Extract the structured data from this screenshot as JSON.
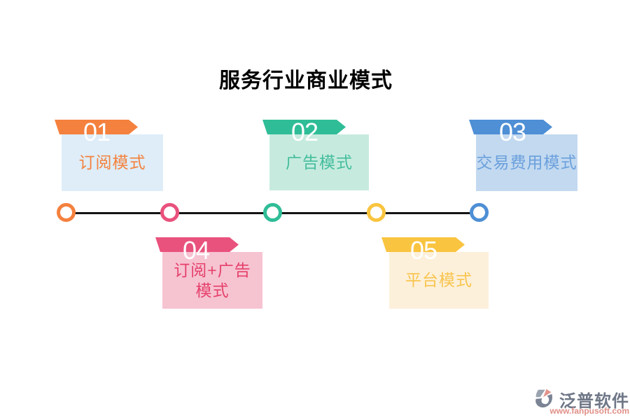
{
  "title": "服务行业商业模式",
  "items": [
    {
      "number": "01",
      "label": "订阅模式",
      "accent_color": "#F4813E",
      "card_bg": "#DEEDF8",
      "label_color": "#F4823E",
      "position": "top"
    },
    {
      "number": "02",
      "label": "广告模式",
      "accent_color": "#2FBD97",
      "card_bg": "#C6EBDE",
      "label_color": "#45BD9D",
      "position": "top"
    },
    {
      "number": "03",
      "label": "交易费用模式",
      "accent_color": "#4E8FD5",
      "card_bg": "#C2D9F0",
      "label_color": "#6BA0DC",
      "position": "top"
    },
    {
      "number": "04",
      "label": "订阅+广告\n模式",
      "accent_color": "#E9527D",
      "card_bg": "#F6C3D1",
      "label_color": "#E5416B",
      "position": "bottom"
    },
    {
      "number": "05",
      "label": "平台模式",
      "accent_color": "#F9C43F",
      "card_bg": "#FDF0DA",
      "label_color": "#F8C54E",
      "position": "bottom"
    }
  ],
  "timeline": {
    "line_color": "#141414",
    "dot_order_colors": [
      "#F4813E",
      "#E9527D",
      "#2FBD97",
      "#F9C43F",
      "#4E8FD5"
    ]
  },
  "watermark": {
    "brand": "泛普软件",
    "url": "www.fanpusoft.com",
    "brand_color": "#6F7787",
    "url_color": "#E09088"
  }
}
